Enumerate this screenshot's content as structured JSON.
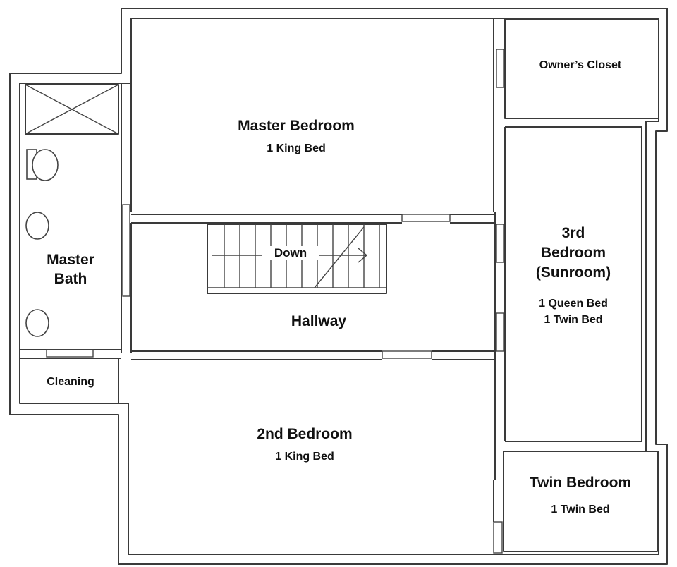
{
  "rooms": {
    "owners_closet": {
      "name": "Owner’s Closet"
    },
    "master_bedroom": {
      "name": "Master Bedroom",
      "beds": "1 King Bed"
    },
    "master_bath": {
      "name_line1": "Master",
      "name_line2": "Bath"
    },
    "stairs": {
      "label": "Down"
    },
    "hallway": {
      "name": "Hallway"
    },
    "third_bedroom": {
      "name_line1": "3rd",
      "name_line2": "Bedroom",
      "name_line3": "(Sunroom)",
      "beds_line1": "1 Queen Bed",
      "beds_line2": "1 Twin Bed"
    },
    "cleaning": {
      "name": "Cleaning"
    },
    "second_bedroom": {
      "name": "2nd Bedroom",
      "beds": "1 King Bed"
    },
    "twin_bedroom": {
      "name": "Twin Bedroom",
      "beds": "1 Twin Bed"
    }
  }
}
